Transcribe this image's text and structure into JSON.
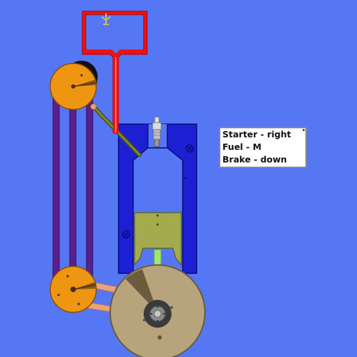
{
  "controls": {
    "starter": "Starter - right",
    "fuel": "Fuel - M",
    "brake": "Brake - down"
  },
  "colors": {
    "background": "#5577f4",
    "cylinder": "#1c1fd2",
    "fuel_line": "#ee1111",
    "belt": "#5a1f8c",
    "pulley": "#ee9611",
    "flywheel": "#b8a47c",
    "piston": "#a3ab4d",
    "connecting_rod": "#e9a27c"
  },
  "icons": {
    "tank_valve": "arrow-glyph-icon",
    "spark_plug": "spark-plug-icon"
  }
}
